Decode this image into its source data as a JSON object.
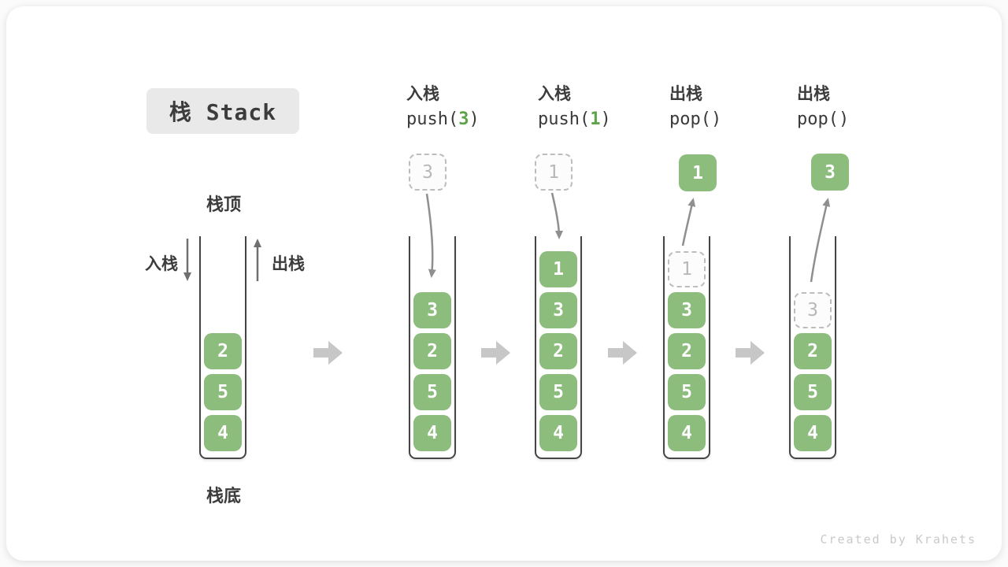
{
  "legend": {
    "title": "栈 Stack"
  },
  "diagram": {
    "top_label": "栈顶",
    "bottom_label": "栈底",
    "push_side_label": "入栈",
    "pop_side_label": "出栈"
  },
  "stages": [
    {
      "name": "initial",
      "stack": [
        "2",
        "5",
        "4"
      ]
    },
    {
      "name": "push-3",
      "label": "入栈",
      "code_prefix": "push(",
      "code_arg": "3",
      "code_suffix": ")",
      "floater": "3",
      "stack": [
        "3",
        "2",
        "5",
        "4"
      ]
    },
    {
      "name": "push-1",
      "label": "入栈",
      "code_prefix": "push(",
      "code_arg": "1",
      "code_suffix": ")",
      "floater": "1",
      "stack": [
        "1",
        "3",
        "2",
        "5",
        "4"
      ]
    },
    {
      "name": "pop-1",
      "label": "出栈",
      "code_prefix": "pop()",
      "code_arg": "",
      "code_suffix": "",
      "floater": "1",
      "ghost": "1",
      "stack": [
        "3",
        "2",
        "5",
        "4"
      ]
    },
    {
      "name": "pop-3",
      "label": "出栈",
      "code_prefix": "pop()",
      "code_arg": "",
      "code_suffix": "",
      "floater": "3",
      "ghost": "3",
      "stack": [
        "2",
        "5",
        "4"
      ]
    }
  ],
  "icons": {
    "next_step": "block-arrow-right",
    "push_direction": "arrow-down",
    "pop_direction": "arrow-up",
    "push_flow": "curved-arrow-down",
    "pop_flow": "curved-arrow-up"
  },
  "colors": {
    "box_green": "#8cbd7d",
    "arg_green": "#5ea34c",
    "chevron_gray": "#c7c7c7",
    "title_chip_bg": "#e9e9e9",
    "container_border": "#454545"
  },
  "watermark": "Created by Krahets"
}
